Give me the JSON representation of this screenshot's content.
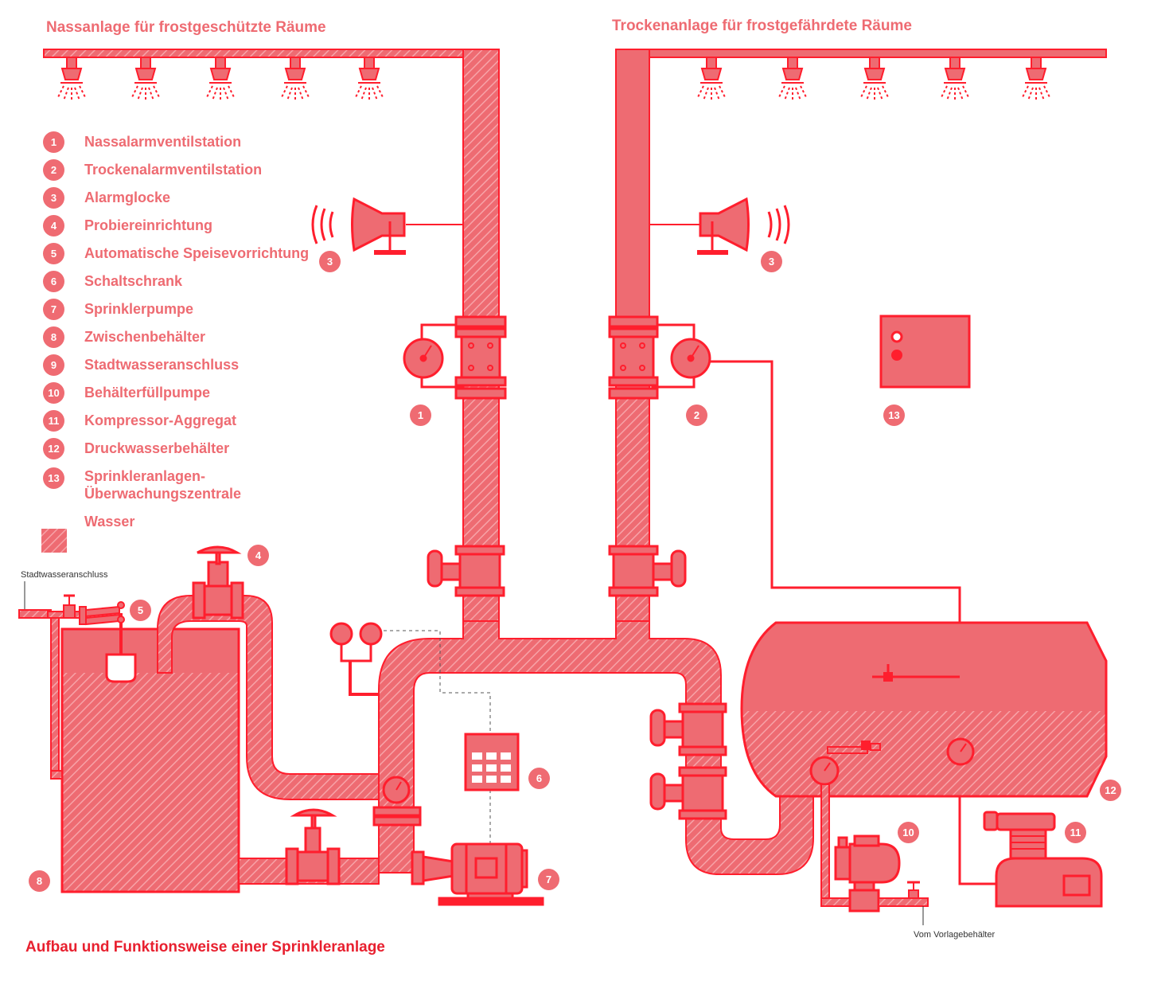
{
  "colors": {
    "pink": "#ee6b72",
    "red": "#ff1e2d",
    "badge": "#ef6b72",
    "caption": "#e8202f"
  },
  "headers": {
    "wet": "Nassanlage für frostgeschützte Räume",
    "dry": "Trockenanlage für frostgefährdete Räume"
  },
  "legend": [
    {
      "num": "1",
      "label": "Nassalarmventilstation"
    },
    {
      "num": "2",
      "label": "Trockenalarmventilstation"
    },
    {
      "num": "3",
      "label": "Alarmglocke"
    },
    {
      "num": "4",
      "label": "Probiereinrichtung"
    },
    {
      "num": "5",
      "label": "Automatische Speisevorrichtung"
    },
    {
      "num": "6",
      "label": "Schaltschrank"
    },
    {
      "num": "7",
      "label": "Sprinklerpumpe"
    },
    {
      "num": "8",
      "label": "Zwischenbehälter"
    },
    {
      "num": "9",
      "label": "Stadtwasseranschluss"
    },
    {
      "num": "10",
      "label": "Behälterfüllpumpe"
    },
    {
      "num": "11",
      "label": "Kompressor-Aggregat"
    },
    {
      "num": "12",
      "label": "Druckwasserbehälter"
    },
    {
      "num": "13",
      "label": "Sprinkleranlagen-",
      "label2": "Überwachungszentrale"
    }
  ],
  "water_legend": "Wasser",
  "badges": {
    "b1": "1",
    "b2": "2",
    "b3a": "3",
    "b3b": "3",
    "b4": "4",
    "b5": "5",
    "b6": "6",
    "b7": "7",
    "b8": "8",
    "b10": "10",
    "b11": "11",
    "b12": "12",
    "b13": "13"
  },
  "labels": {
    "city_water": "Stadtwasseranschluss",
    "supply_tank": "Vom Vorlagebehälter"
  },
  "caption": "Aufbau und Funktionsweise einer Sprinkleranlage"
}
